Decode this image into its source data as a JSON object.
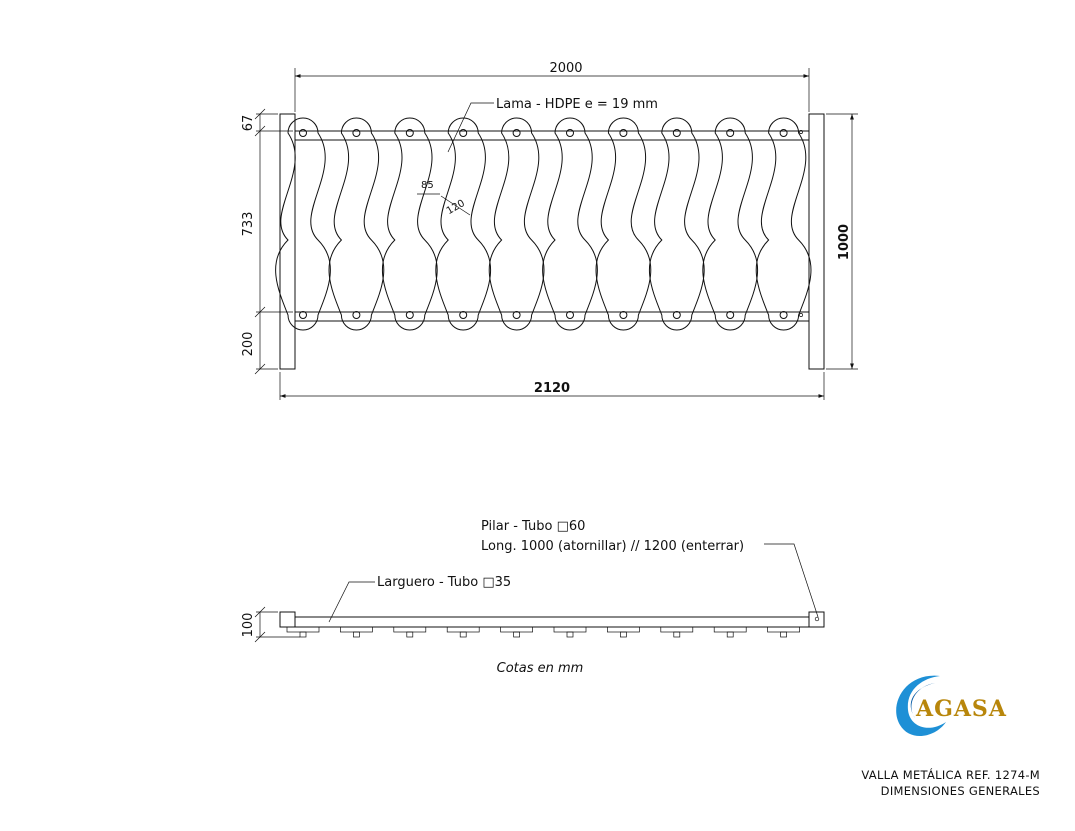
{
  "front_view": {
    "dim_top": "2000",
    "dim_bottom": "2120",
    "dim_right": "1000",
    "dim_left_top": "67",
    "dim_left_mid": "733",
    "dim_left_bottom": "200",
    "slat_label": "Lama - HDPE e = 19 mm",
    "slat_width_1": "85",
    "slat_width_2": "120",
    "slat_count": 10
  },
  "top_view": {
    "pilar_line1": "Pilar - Tubo □60",
    "pilar_line2": "Long. 1000 (atornillar) // 1200 (enterrar)",
    "larguero": "Larguero - Tubo □35",
    "dim_height": "100",
    "units_note": "Cotas en mm"
  },
  "logo": {
    "text": "AGASA",
    "colors": {
      "swirl": "#1e90d6",
      "swirl_dark": "#0b5ea8",
      "text": "#b8860b"
    }
  },
  "title_block": {
    "line1": "VALLA METÁLICA REF. 1274-M",
    "line2": "DIMENSIONES GENERALES"
  }
}
